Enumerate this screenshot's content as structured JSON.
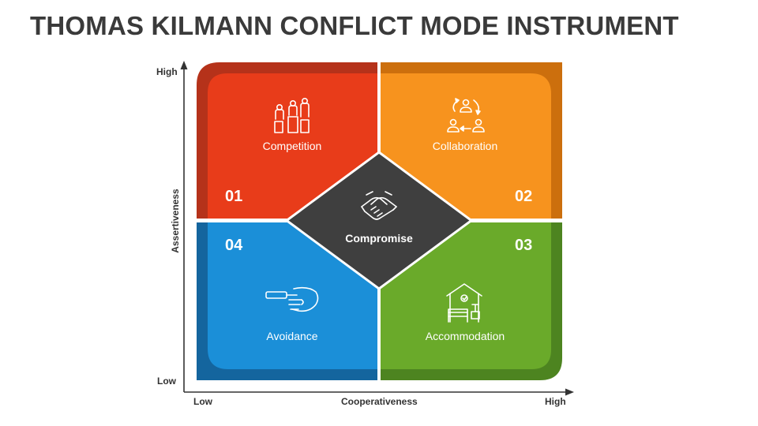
{
  "title": "THOMAS KILMANN CONFLICT MODE INSTRUMENT",
  "axes": {
    "y_title": "Assertiveness",
    "y_high": "High",
    "y_low": "Low",
    "x_title": "Cooperativeness",
    "x_low": "Low",
    "x_high": "High"
  },
  "quadrants": [
    {
      "number": "01",
      "label": "Competition",
      "color": "#e83c1a",
      "dark": "#b5321a",
      "icon": "podium-people-icon"
    },
    {
      "number": "02",
      "label": "Collaboration",
      "color": "#f7931e",
      "dark": "#cc6f0d",
      "icon": "collaboration-cycle-icon"
    },
    {
      "number": "03",
      "label": "Accommodation",
      "color": "#6aaa2a",
      "dark": "#4d8420",
      "icon": "bedroom-icon"
    },
    {
      "number": "04",
      "label": "Avoidance",
      "color": "#1b8fd8",
      "dark": "#14659e",
      "icon": "hand-stop-icon"
    }
  ],
  "center": {
    "label": "Compromise",
    "color": "#3f3f3f",
    "icon": "handshake-icon"
  }
}
